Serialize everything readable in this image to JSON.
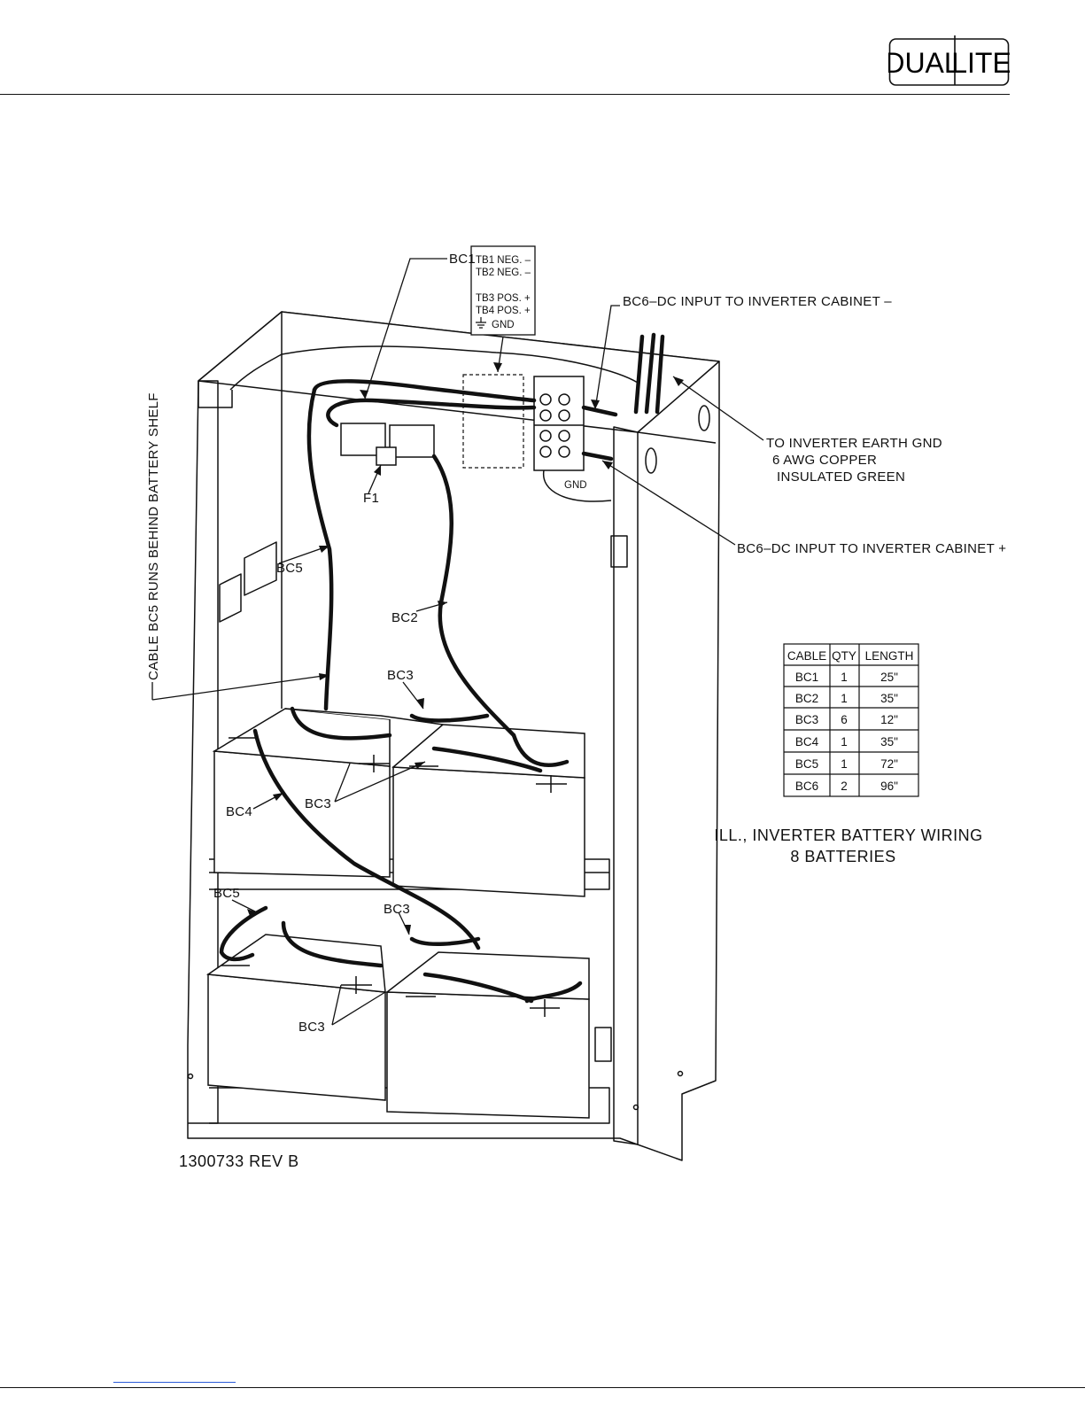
{
  "brand": {
    "logo_left": "DUAL",
    "logo_right": "LITE"
  },
  "labels": {
    "bc1": "BC1",
    "bc6_neg": "BC6–DC INPUT TO INVERTER CABINET –",
    "bc6_pos": "BC6–DC INPUT TO INVERTER CABINET +",
    "earth_gnd_1": "TO INVERTER EARTH GND",
    "earth_gnd_2": "6 AWG COPPER",
    "earth_gnd_3": "INSULATED GREEN",
    "fuse": "F1",
    "gnd": "GND",
    "bc5_upper": "BC5",
    "bc2": "BC2",
    "bc3_top": "BC3",
    "bc3_mid": "BC3",
    "bc4": "BC4",
    "bc5_lower": "BC5",
    "bc3_lower_top": "BC3",
    "bc3_lower_bottom": "BC3",
    "side_note": "CABLE BC5 RUNS BEHIND BATTERY SHELF",
    "drawing_number": "1300733 REV B"
  },
  "terminal_legend": {
    "tb1": "TB1 NEG. –",
    "tb2": "TB2 NEG. –",
    "tb3": "TB3 POS. +",
    "tb4": "TB4 POS. +",
    "gnd": "GND"
  },
  "illustration": {
    "title_line1": "ILL., INVERTER BATTERY WIRING",
    "title_line2": "8 BATTERIES"
  },
  "cable_table": {
    "headers": [
      "CABLE",
      "QTY",
      "LENGTH"
    ],
    "rows": [
      [
        "BC1",
        "1",
        "25\""
      ],
      [
        "BC2",
        "1",
        "35\""
      ],
      [
        "BC3",
        "6",
        "12\""
      ],
      [
        "BC4",
        "1",
        "35\""
      ],
      [
        "BC5",
        "1",
        "72\""
      ],
      [
        "BC6",
        "2",
        "96\""
      ]
    ]
  },
  "colors": {
    "ink": "#111111",
    "link": "#2b5bd8",
    "paper": "#ffffff"
  }
}
